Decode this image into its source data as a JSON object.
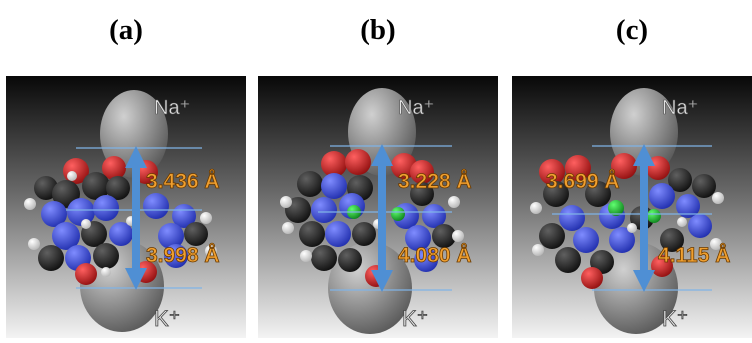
{
  "panels": [
    {
      "label": "(a)",
      "top_ion": "Na⁺",
      "bottom_ion": "K⁺",
      "upper_distance": "3.436 Å",
      "lower_distance": "3.998 Å",
      "ion_side": "right"
    },
    {
      "label": "(b)",
      "top_ion": "Na⁺",
      "bottom_ion": "K⁺",
      "upper_distance": "3.228 Å",
      "lower_distance": "4.080 Å",
      "ion_side": "right"
    },
    {
      "label": "(c)",
      "top_ion": "Na⁺",
      "bottom_ion": "K⁺",
      "upper_distance": "3.699 Å",
      "lower_distance": "4.115 Å",
      "ion_side": "mixed"
    }
  ],
  "colors": {
    "background_top": "#0a0a0a",
    "background_bottom": "#f2f2f2",
    "sphere": "#8c8c8c",
    "carbon": "#1c1c1c",
    "nitrogen": "#2a3ad0",
    "oxygen": "#c01414",
    "hydrogen": "#eeeeee",
    "chloride": "#14a028",
    "arrow": "#4f8fd4",
    "distance_text": "#f0a030",
    "ion_text": "#e6e6e6"
  }
}
